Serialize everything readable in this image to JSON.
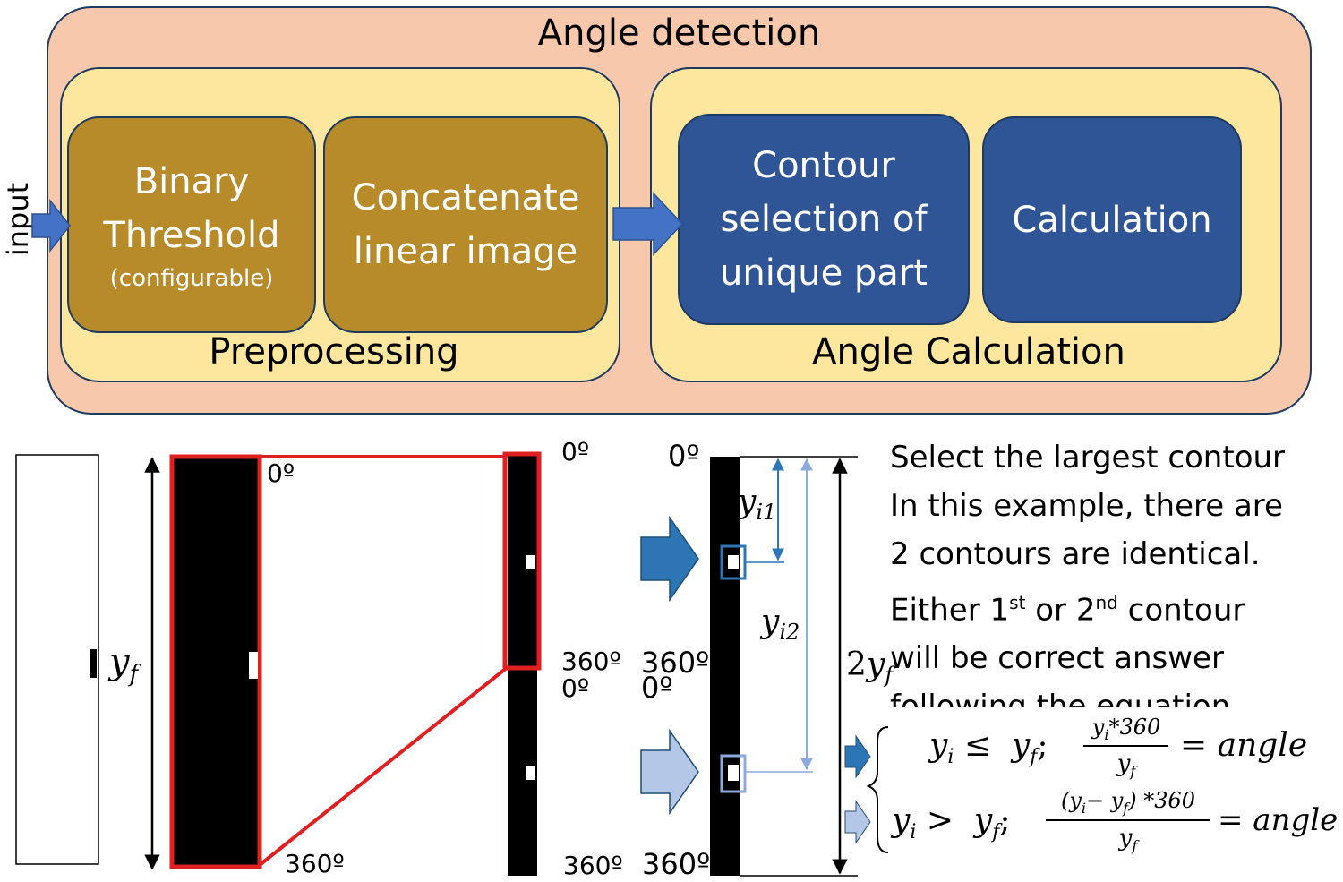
{
  "diagram": {
    "main_title": "Angle detection",
    "input_label": "input",
    "preprocessing": {
      "label": "Preprocessing",
      "binary_line1": "Binary",
      "binary_line2": "Threshold",
      "binary_sub": "(configurable)",
      "concat_line1": "Concatenate",
      "concat_line2": "linear image"
    },
    "angle_calc": {
      "label": "Angle Calculation",
      "contour_line1": "Contour",
      "contour_line2": "selection of",
      "contour_line3": "unique part",
      "calculation": "Calculation"
    }
  },
  "illustration": {
    "deg_0": "0º",
    "deg_360": "360º",
    "yf": "y",
    "yf_sub": "f",
    "yi1": "y",
    "yi1_sub": "i1",
    "yi2": "y",
    "yi2_sub": "i2",
    "two": "2",
    "two_yf": "y",
    "two_yf_sub": "f"
  },
  "notes": {
    "line1": "Select the largest contour",
    "line2": "In this example, there are",
    "line3": "2 contours are identical.",
    "line4_a": "Either 1",
    "line4_sup1": "st",
    "line4_b": " or 2",
    "line4_sup2": "nd",
    "line4_c": " contour",
    "line5": "will be correct answer",
    "line6": "following the equation"
  },
  "equations": {
    "eq1_cond": "y",
    "eq1_cond_sub": "i",
    "eq1_op": "≤",
    "eq1_rhs": "y",
    "eq1_rhs_sub": "f",
    "eq1_semi": ";",
    "eq1_num": "y",
    "eq1_num_sub": "i",
    "eq1_num_rest": "*360",
    "eq1_den": "y",
    "eq1_den_sub": "f",
    "eq1_result": "= angle",
    "eq2_cond": "y",
    "eq2_cond_sub": "i",
    "eq2_op": ">",
    "eq2_rhs": "y",
    "eq2_rhs_sub": "f",
    "eq2_semi": ";",
    "eq2_num_a": "(y",
    "eq2_num_a_sub": "i",
    "eq2_num_b": "− y",
    "eq2_num_b_sub": "f",
    "eq2_num_c": ") *360",
    "eq2_den": "y",
    "eq2_den_sub": "f",
    "eq2_result": "= angle"
  },
  "colors": {
    "outer_fill": "#f8c8ac",
    "group_fill": "#fde69e",
    "gold": "#b78a2a",
    "navy": "#2f5597",
    "arrow_dark": "#2e75b6",
    "arrow_light": "#b4c7e7",
    "red": "#e02020"
  }
}
